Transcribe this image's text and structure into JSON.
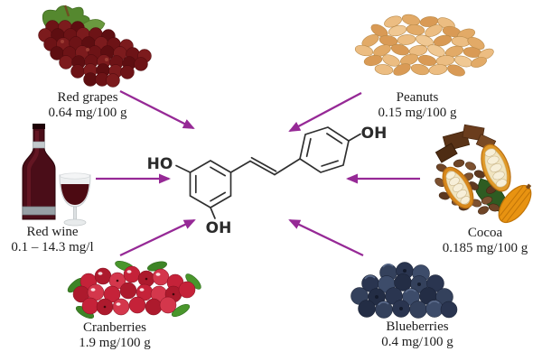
{
  "figure": {
    "background_color": "#ffffff",
    "arrow_color": "#962996",
    "molecule": {
      "ho_left": "HO",
      "oh_bottom": "OH",
      "oh_right": "OH"
    },
    "sources": [
      {
        "name": "Red grapes",
        "amount": "0.64 mg/100 g"
      },
      {
        "name": "Peanuts",
        "amount": "0.15 mg/100 g"
      },
      {
        "name": "Red wine",
        "amount": "0.1 – 14.3 mg/l"
      },
      {
        "name": "Cocoa",
        "amount": "0.185 mg/100 g"
      },
      {
        "name": "Cranberries",
        "amount": "1.9 mg/100 g"
      },
      {
        "name": "Blueberries",
        "amount": "0.4 mg/100 g"
      }
    ]
  }
}
